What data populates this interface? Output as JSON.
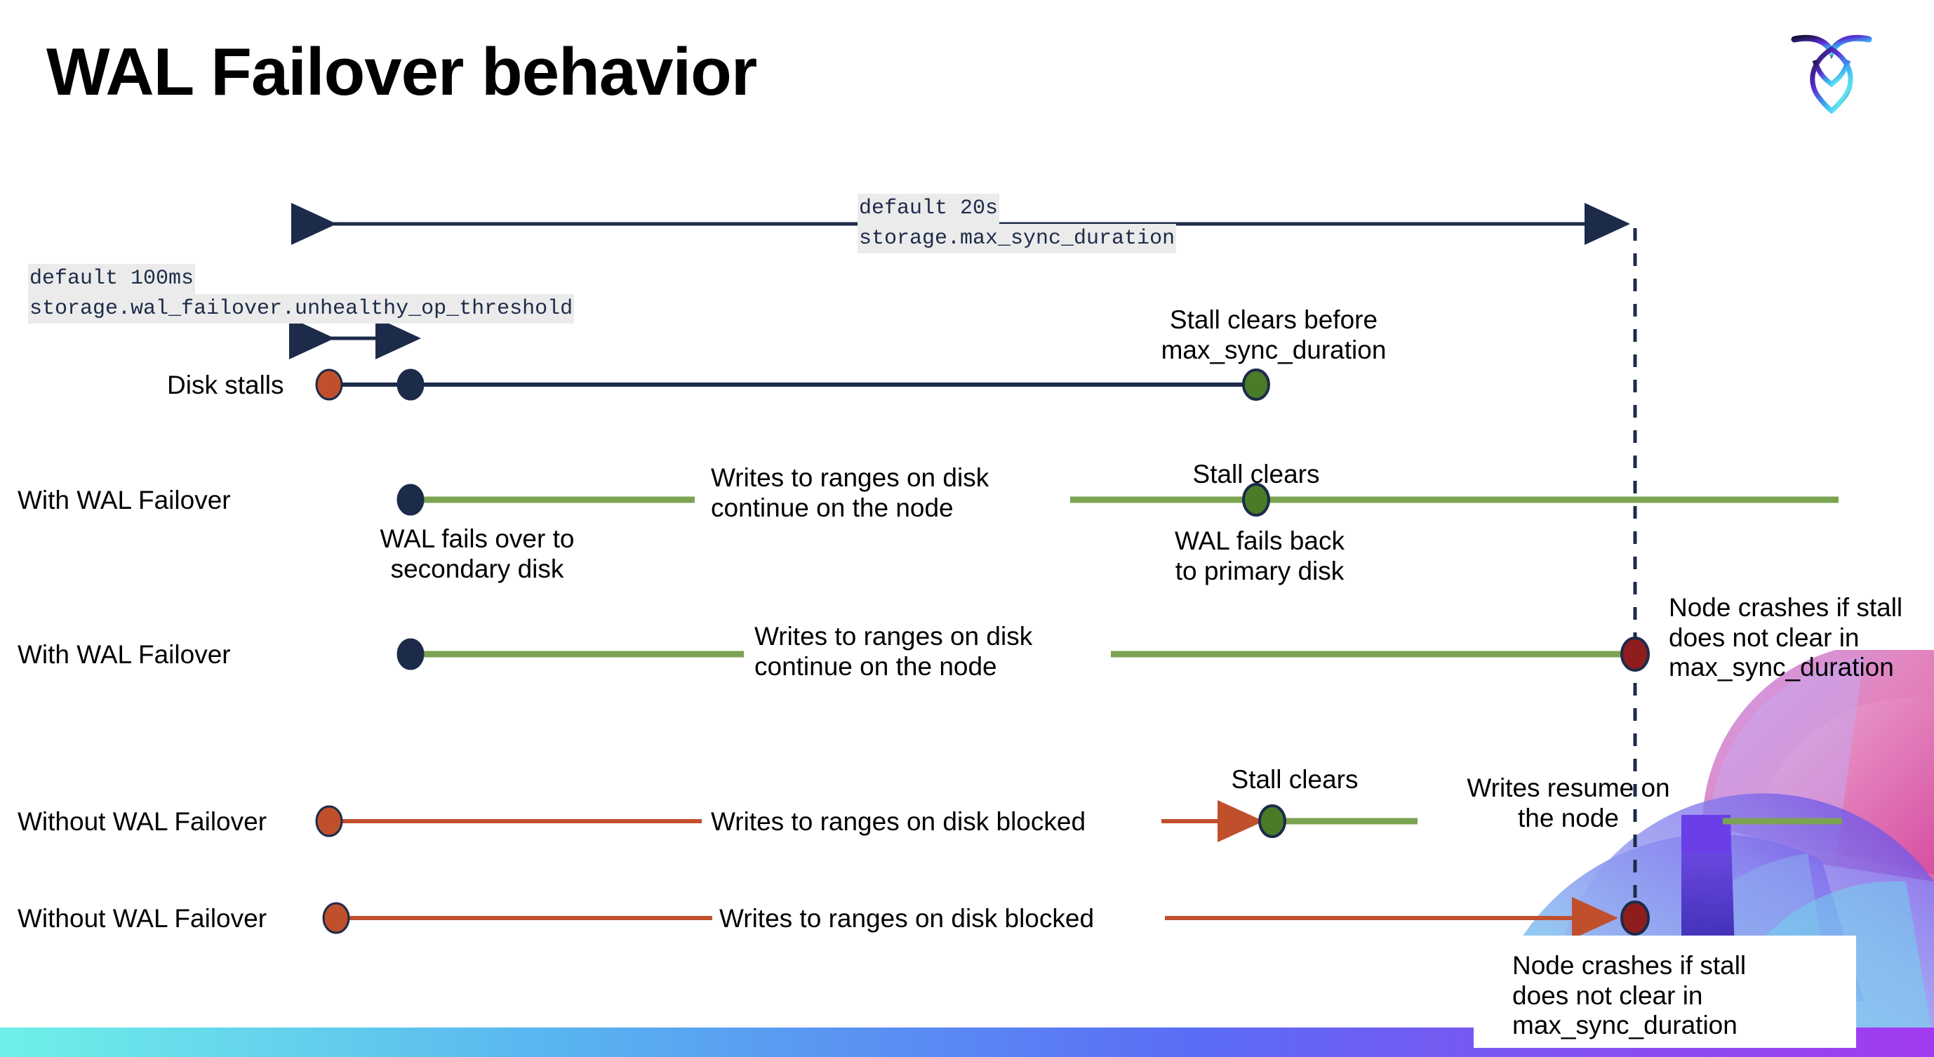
{
  "slide": {
    "title": "WAL Failover behavior",
    "logo_name": "cockroachdb-logo"
  },
  "annotations": {
    "max_sync": {
      "default": "default 20s",
      "setting": "storage.max_sync_duration"
    },
    "unhealthy_op": {
      "default": "default 100ms",
      "setting": "storage.wal_failover.unhealthy_op_threshold"
    }
  },
  "rows": [
    {
      "label": "Disk stalls",
      "notes": {
        "stall_clears_before": "Stall clears before\nmax_sync_duration"
      }
    },
    {
      "label": "With WAL Failover",
      "notes": {
        "writes_continue": "Writes to ranges on disk\ncontinue on the node",
        "fails_over": "WAL fails over to\nsecondary disk",
        "stall_clears": "Stall clears",
        "fails_back": "WAL fails  back\nto primary disk"
      }
    },
    {
      "label": "With WAL Failover",
      "notes": {
        "writes_continue": "Writes to ranges on disk\ncontinue on the node",
        "node_crashes": "Node crashes if stall\ndoes not clear in\nmax_sync_duration"
      }
    },
    {
      "label": "Without WAL Failover",
      "notes": {
        "writes_blocked": "Writes to ranges on disk  blocked",
        "stall_clears": "Stall clears",
        "writes_resume": "Writes resume on\nthe node"
      }
    },
    {
      "label": "Without WAL Failover",
      "notes": {
        "writes_blocked": "Writes to ranges on disk  blocked",
        "node_crashes": "Node crashes if stall\ndoes not clear in\nmax_sync_duration"
      }
    }
  ],
  "colors": {
    "navy": "#1d2b4a",
    "green_line": "#7ba352",
    "green_dot": "#4a7c28",
    "orange": "#c0502c",
    "dark_red": "#8f1d1d",
    "code_bg": "#ebebeb"
  },
  "chart_data": {
    "type": "timeline",
    "title": "WAL Failover behavior",
    "time_axis": {
      "unhealthy_op_threshold": "100ms",
      "max_sync_duration": "20s",
      "threshold_marker_x_start": 460,
      "threshold_marker_x_end": 605,
      "max_sync_x_start": 460,
      "max_sync_x_end": 2330
    },
    "series": [
      {
        "name": "Disk stalls",
        "line_color": "#1d2b4a",
        "markers": [
          {
            "at": "stall start",
            "color": "#c0502c",
            "x": 468
          },
          {
            "at": "unhealthy op threshold",
            "color": "#1d2b4a",
            "x": 585
          },
          {
            "at": "stall clears",
            "color": "#4a7c28",
            "x": 1790
          }
        ]
      },
      {
        "name": "With WAL Failover",
        "line_color": "#7ba352",
        "markers": [
          {
            "at": "WAL fails over to secondary disk",
            "color": "#1d2b4a",
            "x": 585
          },
          {
            "at": "Stall clears / WAL fails back",
            "color": "#4a7c28",
            "x": 1790
          }
        ]
      },
      {
        "name": "With WAL Failover",
        "line_color": "#7ba352",
        "markers": [
          {
            "at": "WAL fails over to secondary disk",
            "color": "#1d2b4a",
            "x": 585
          },
          {
            "at": "Node crashes",
            "color": "#8f1d1d",
            "x": 2330
          }
        ]
      },
      {
        "name": "Without WAL Failover",
        "line_color": "#c0502c",
        "markers": [
          {
            "at": "stall start",
            "color": "#c0502c",
            "x": 468
          },
          {
            "at": "Stall clears",
            "color": "#4a7c28",
            "x": 1813
          }
        ]
      },
      {
        "name": "Without WAL Failover",
        "line_color": "#c0502c",
        "markers": [
          {
            "at": "stall start",
            "color": "#c0502c",
            "x": 478
          },
          {
            "at": "Node crashes",
            "color": "#8f1d1d",
            "x": 2330
          }
        ]
      }
    ]
  }
}
